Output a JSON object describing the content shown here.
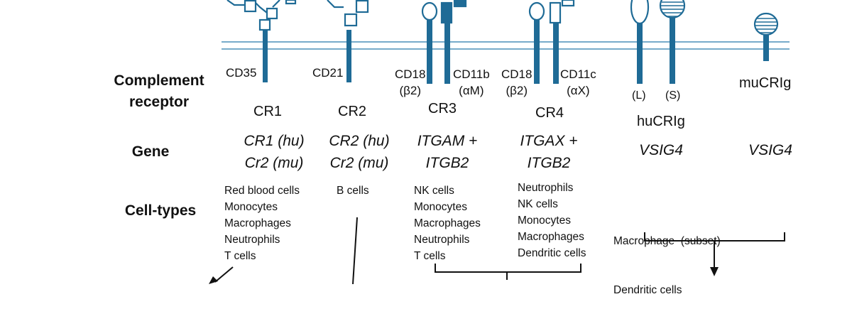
{
  "row_labels": {
    "complement_receptor_line1": "Complement",
    "complement_receptor_line2": "receptor",
    "gene": "Gene",
    "cell_types": "Cell-types"
  },
  "receptors": {
    "cr1": {
      "name": "CR1",
      "chain": "CD35",
      "gene_lines": [
        "CR1 (hu)",
        "Cr2 (mu)"
      ],
      "cell_types": [
        "Red blood cells",
        "Monocytes",
        "Macrophages",
        "Neutrophils",
        "T cells"
      ]
    },
    "cr2": {
      "name": "CR2",
      "chain": "CD21",
      "gene_lines": [
        "CR2 (hu)",
        "Cr2 (mu)"
      ],
      "cell_types": [
        "B cells"
      ]
    },
    "cr3": {
      "name": "CR3",
      "chain_a": "CD18",
      "chain_a_sub": "(β2)",
      "chain_b": "CD11b",
      "chain_b_sub": "(αM)",
      "gene_lines": [
        "ITGAM +",
        "ITGB2"
      ],
      "cell_types": [
        "NK cells",
        "Monocytes",
        "Macrophages",
        "Neutrophils",
        "T cells"
      ]
    },
    "cr4": {
      "name": "CR4",
      "chain_a": "CD18",
      "chain_a_sub": "(β2)",
      "chain_b": "CD11c",
      "chain_b_sub": "(αX)",
      "gene_lines": [
        "ITGAX +",
        "ITGB2"
      ],
      "cell_types": [
        "Neutrophils",
        "NK cells",
        "Monocytes",
        "Macrophages",
        "Dendritic cells"
      ]
    },
    "hucrig": {
      "name": "huCRIg",
      "isoform_long": "(L)",
      "isoform_short": "(S)",
      "gene": "VSIG4"
    },
    "mucrig": {
      "name": "muCRIg",
      "gene": "VSIG4"
    },
    "crig_cell_types": [
      "Macrophage  (subset)",
      "Dendritic cells"
    ]
  },
  "colors": {
    "receptor": "#1f6b96",
    "receptor_fill": "#ffffff",
    "membrane": "#4a8fb8",
    "text": "#111111"
  }
}
